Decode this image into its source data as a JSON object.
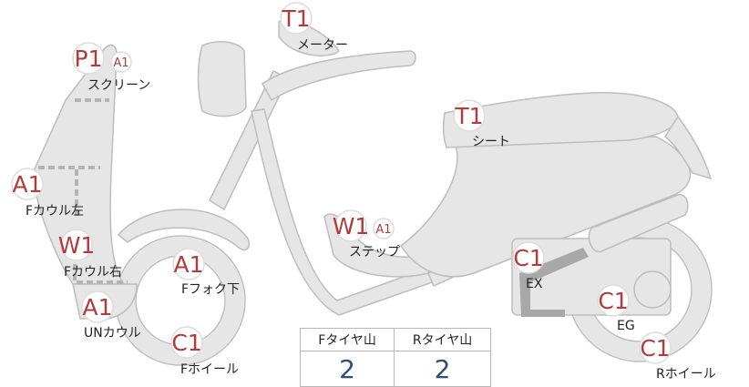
{
  "parts": {
    "meter": {
      "code": "T1",
      "label": "メーター"
    },
    "screen": {
      "code": "P1",
      "sub": "A1",
      "label": "スクリーン"
    },
    "seat": {
      "code": "T1",
      "label": "シート"
    },
    "f_cowl_left": {
      "code": "A1",
      "label": "Fカウル左"
    },
    "step": {
      "code": "W1",
      "sub": "A1",
      "label": "ステップ"
    },
    "f_cowl_right": {
      "code": "W1",
      "label": "Fカウル右"
    },
    "f_fork_lower": {
      "code": "A1",
      "label": "Fフォク下"
    },
    "ex": {
      "code": "C1",
      "label": "EX"
    },
    "un_cowl": {
      "code": "A1",
      "label": "UNカウル"
    },
    "eg": {
      "code": "C1",
      "label": "EG"
    },
    "f_wheel": {
      "code": "C1",
      "label": "Fホイール"
    },
    "r_wheel": {
      "code": "C1",
      "label": "Rホイール"
    }
  },
  "tread_table": {
    "headers": [
      "Fタイヤ山",
      "Rタイヤ山"
    ],
    "values": [
      "2",
      "2"
    ]
  }
}
